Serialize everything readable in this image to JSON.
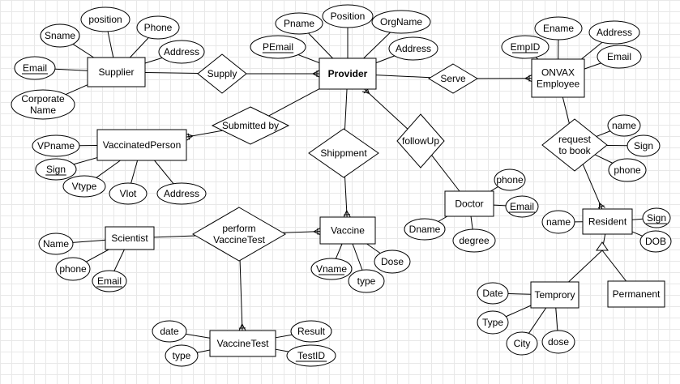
{
  "entities": [
    {
      "id": "supplier",
      "label": "Supplier"
    },
    {
      "id": "provider",
      "label": "Provider",
      "bold": true
    },
    {
      "id": "onvax",
      "label": "ONVAX Employee"
    },
    {
      "id": "vaccinated",
      "label": "VaccinatedPerson"
    },
    {
      "id": "doctor",
      "label": "Doctor"
    },
    {
      "id": "scientist",
      "label": "Scientist"
    },
    {
      "id": "vaccine",
      "label": "Vaccine"
    },
    {
      "id": "resident",
      "label": "Resident"
    },
    {
      "id": "vaccinetest",
      "label": "VaccineTest"
    },
    {
      "id": "temprory",
      "label": "Temprory"
    },
    {
      "id": "permanent",
      "label": "Permanent"
    }
  ],
  "relationships": [
    {
      "id": "supply",
      "label": "Supply"
    },
    {
      "id": "serve",
      "label": "Serve"
    },
    {
      "id": "submitted",
      "label": "Submitted by"
    },
    {
      "id": "shippment",
      "label": "Shippment"
    },
    {
      "id": "followup",
      "label": "followUp"
    },
    {
      "id": "request",
      "label": "request to book"
    },
    {
      "id": "perform",
      "label": "perform VaccineTest"
    }
  ],
  "attributes": [
    {
      "id": "sup-position",
      "label": "position"
    },
    {
      "id": "sup-sname",
      "label": "Sname"
    },
    {
      "id": "sup-phone",
      "label": "Phone"
    },
    {
      "id": "sup-address",
      "label": "Address"
    },
    {
      "id": "sup-email",
      "label": "Email",
      "key": true
    },
    {
      "id": "sup-corp",
      "label": "Corporate Name"
    },
    {
      "id": "prov-pname",
      "label": "Pname"
    },
    {
      "id": "prov-position",
      "label": "Position"
    },
    {
      "id": "prov-orgname",
      "label": "OrgName"
    },
    {
      "id": "prov-pemail",
      "label": "PEmail",
      "key": true
    },
    {
      "id": "prov-address",
      "label": "Address"
    },
    {
      "id": "onv-ename",
      "label": "Ename"
    },
    {
      "id": "onv-address",
      "label": "Address"
    },
    {
      "id": "onv-empid",
      "label": "EmpID",
      "key": true
    },
    {
      "id": "onv-email",
      "label": "Email"
    },
    {
      "id": "vp-vpname",
      "label": "VPname"
    },
    {
      "id": "vp-sign",
      "label": "Sign",
      "key": true
    },
    {
      "id": "vp-vtype",
      "label": "Vtype"
    },
    {
      "id": "vp-vlot",
      "label": "Vlot"
    },
    {
      "id": "vp-address",
      "label": "Address"
    },
    {
      "id": "doc-phone",
      "label": "phone"
    },
    {
      "id": "doc-email",
      "label": "Email",
      "key": true
    },
    {
      "id": "doc-dname",
      "label": "Dname"
    },
    {
      "id": "doc-degree",
      "label": "degree"
    },
    {
      "id": "req-name",
      "label": "name"
    },
    {
      "id": "req-sign",
      "label": "Sign"
    },
    {
      "id": "req-phone",
      "label": "phone"
    },
    {
      "id": "res-name",
      "label": "name"
    },
    {
      "id": "res-sign",
      "label": "Sign",
      "key": true
    },
    {
      "id": "res-dob",
      "label": "DOB"
    },
    {
      "id": "sci-name",
      "label": "Name"
    },
    {
      "id": "sci-phone",
      "label": "phone"
    },
    {
      "id": "sci-email",
      "label": "Email",
      "key": true
    },
    {
      "id": "vac-vname",
      "label": "Vname",
      "key": true
    },
    {
      "id": "vac-dose",
      "label": "Dose"
    },
    {
      "id": "vac-type",
      "label": "type"
    },
    {
      "id": "vt-date",
      "label": "date"
    },
    {
      "id": "vt-result",
      "label": "Result"
    },
    {
      "id": "vt-type",
      "label": "type"
    },
    {
      "id": "vt-testid",
      "label": "TestID",
      "key": true
    },
    {
      "id": "tmp-date",
      "label": "Date"
    },
    {
      "id": "tmp-type",
      "label": "Type"
    },
    {
      "id": "tmp-city",
      "label": "City"
    },
    {
      "id": "tmp-dose",
      "label": "dose"
    }
  ],
  "connections": [
    {
      "from": "sup-position",
      "to": "supplier"
    },
    {
      "from": "sup-sname",
      "to": "supplier"
    },
    {
      "from": "sup-phone",
      "to": "supplier"
    },
    {
      "from": "sup-address",
      "to": "supplier"
    },
    {
      "from": "sup-email",
      "to": "supplier"
    },
    {
      "from": "sup-corp",
      "to": "supplier"
    },
    {
      "from": "supplier",
      "to": "supply"
    },
    {
      "from": "supply",
      "to": "provider",
      "end": "crowfoot"
    },
    {
      "from": "prov-pname",
      "to": "provider"
    },
    {
      "from": "prov-position",
      "to": "provider"
    },
    {
      "from": "prov-orgname",
      "to": "provider"
    },
    {
      "from": "prov-pemail",
      "to": "provider"
    },
    {
      "from": "prov-address",
      "to": "provider"
    },
    {
      "from": "provider",
      "to": "serve"
    },
    {
      "from": "serve",
      "to": "onvax",
      "end": "crowfoot"
    },
    {
      "from": "onv-ename",
      "to": "onvax"
    },
    {
      "from": "onv-address",
      "to": "onvax"
    },
    {
      "from": "onv-empid",
      "to": "onvax"
    },
    {
      "from": "onv-email",
      "to": "onvax"
    },
    {
      "from": "provider",
      "to": "submitted"
    },
    {
      "from": "submitted",
      "to": "vaccinated",
      "end": "crowfoot"
    },
    {
      "from": "vp-vpname",
      "to": "vaccinated"
    },
    {
      "from": "vp-sign",
      "to": "vaccinated"
    },
    {
      "from": "vp-vtype",
      "to": "vaccinated"
    },
    {
      "from": "vp-vlot",
      "to": "vaccinated"
    },
    {
      "from": "vp-address",
      "to": "vaccinated"
    },
    {
      "from": "provider",
      "to": "shippment"
    },
    {
      "from": "shippment",
      "to": "vaccine",
      "end": "crowfoot"
    },
    {
      "from": "doctor",
      "to": "followup"
    },
    {
      "from": "followup",
      "to": "provider",
      "end": "crowfoot"
    },
    {
      "from": "doc-phone",
      "to": "doctor"
    },
    {
      "from": "doc-email",
      "to": "doctor"
    },
    {
      "from": "doc-dname",
      "to": "doctor"
    },
    {
      "from": "doc-degree",
      "to": "doctor"
    },
    {
      "from": "onvax",
      "to": "request"
    },
    {
      "from": "request",
      "to": "resident",
      "end": "crowfoot"
    },
    {
      "from": "req-name",
      "to": "request"
    },
    {
      "from": "req-sign",
      "to": "request"
    },
    {
      "from": "req-phone",
      "to": "request"
    },
    {
      "from": "res-name",
      "to": "resident"
    },
    {
      "from": "res-sign",
      "to": "resident"
    },
    {
      "from": "res-dob",
      "to": "resident"
    },
    {
      "from": "sci-name",
      "to": "scientist"
    },
    {
      "from": "sci-phone",
      "to": "scientist"
    },
    {
      "from": "sci-email",
      "to": "scientist"
    },
    {
      "from": "scientist",
      "to": "perform"
    },
    {
      "from": "perform",
      "to": "vaccine",
      "end": "crowfoot"
    },
    {
      "from": "perform",
      "to": "vaccinetest",
      "end": "crowfoot"
    },
    {
      "from": "vac-vname",
      "to": "vaccine"
    },
    {
      "from": "vac-dose",
      "to": "vaccine"
    },
    {
      "from": "vac-type",
      "to": "vaccine"
    },
    {
      "from": "vt-date",
      "to": "vaccinetest"
    },
    {
      "from": "vt-result",
      "to": "vaccinetest"
    },
    {
      "from": "vt-type",
      "to": "vaccinetest"
    },
    {
      "from": "vt-testid",
      "to": "vaccinetest"
    },
    {
      "from": "tmp-date",
      "to": "temprory"
    },
    {
      "from": "tmp-type",
      "to": "temprory"
    },
    {
      "from": "tmp-city",
      "to": "temprory"
    },
    {
      "from": "tmp-dose",
      "to": "temprory"
    },
    {
      "from": "temprory",
      "to": "inherit"
    },
    {
      "from": "permanent",
      "to": "inherit"
    },
    {
      "from": "inherit",
      "to": "resident"
    }
  ]
}
